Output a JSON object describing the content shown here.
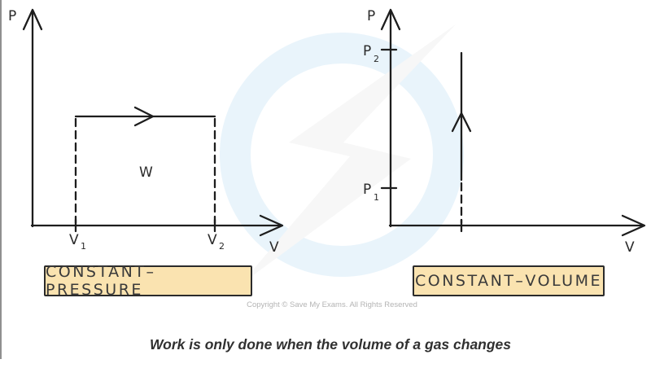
{
  "page": {
    "background": "#ffffff",
    "edge_line_color": "#8f8f8f",
    "caption": "Work is only done when the volume of a gas changes",
    "copyright": "Copyright © Save My Exams. All Rights Reserved"
  },
  "watermark": {
    "icon": "save-my-exams-lightning-logo",
    "ring_color": "#e9f4fb",
    "bolt_color": "#f7f7f7"
  },
  "charts": [
    {
      "type": "pv-diagram",
      "panel": "left",
      "y_axis_label": "P",
      "x_axis_label": "V",
      "x_tick_1": {
        "base": "V",
        "sub": "1"
      },
      "x_tick_2": {
        "base": "V",
        "sub": "2"
      },
      "area_label": "W",
      "process_arrow_direction": "right",
      "title_box": "CONSTANT–PRESSURE",
      "box_fill": "#fae3b0",
      "box_border": "#2b2b2b"
    },
    {
      "type": "pv-diagram",
      "panel": "right",
      "y_axis_label": "P",
      "x_axis_label": "V",
      "y_tick_top": {
        "base": "P",
        "sub": "2"
      },
      "y_tick_bottom": {
        "base": "P",
        "sub": "1"
      },
      "process_arrow_direction": "up",
      "title_box": "CONSTANT–VOLUME",
      "box_fill": "#fae3b0",
      "box_border": "#2b2b2b"
    }
  ]
}
